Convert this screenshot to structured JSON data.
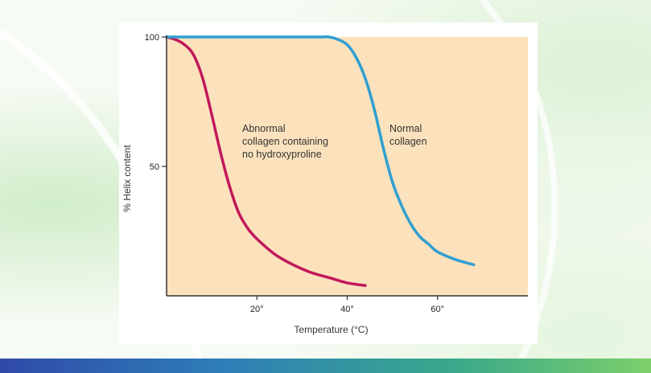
{
  "colors": {
    "plot_background": "#fbe2bd",
    "abnormal_curve": "#c2185b",
    "normal_curve": "#2f9fd0",
    "axis": "#333333"
  },
  "chart_data": {
    "type": "line",
    "title": "",
    "xlabel": "Temperature (°C)",
    "ylabel": "% Helix content",
    "xlim": [
      0,
      80
    ],
    "ylim": [
      0,
      100
    ],
    "x_ticks": [
      20,
      40,
      60
    ],
    "x_tick_labels": [
      "20°",
      "40°",
      "60°"
    ],
    "y_ticks": [
      50,
      100
    ],
    "y_tick_labels": [
      "50",
      "100"
    ],
    "grid": false,
    "legend": "none",
    "series": [
      {
        "x": [
          0,
          2,
          4,
          6,
          8,
          10,
          12,
          14,
          16,
          18,
          20,
          24,
          28,
          32,
          36,
          40,
          44
        ],
        "y": [
          100,
          99,
          97,
          93,
          84,
          70,
          55,
          42,
          32,
          26,
          22,
          16,
          12,
          9,
          7,
          5,
          4
        ]
      },
      {
        "x": [
          0,
          10,
          20,
          30,
          34,
          36,
          38,
          40,
          42,
          44,
          46,
          48,
          50,
          52,
          54,
          56,
          58,
          60,
          64,
          68
        ],
        "y": [
          100,
          100,
          100,
          100,
          100,
          100,
          99,
          97,
          92,
          84,
          72,
          57,
          44,
          35,
          28,
          23,
          20,
          17,
          14,
          12
        ]
      }
    ],
    "annotations": [
      {
        "lines": [
          "Abnormal",
          "collagen containing",
          "no hydroxyproline"
        ]
      },
      {
        "lines": [
          "Normal",
          "collagen"
        ]
      }
    ]
  }
}
